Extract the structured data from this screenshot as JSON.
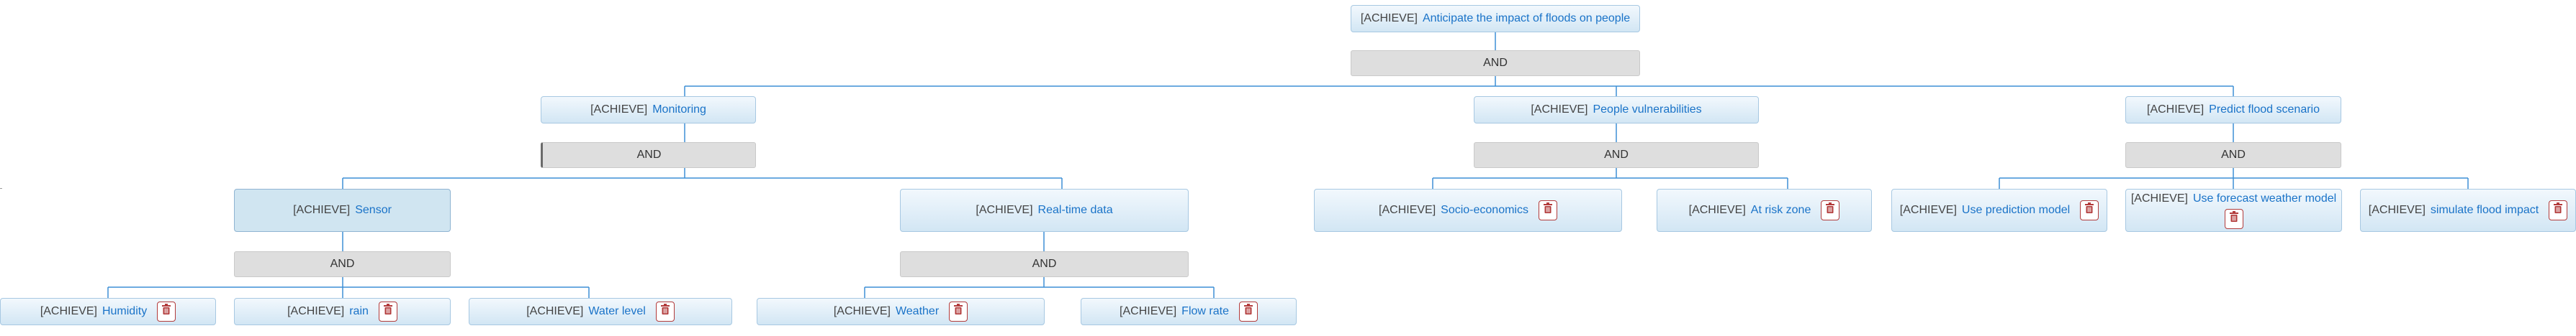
{
  "prefix": "[ACHIEVE]",
  "operator_label": "AND",
  "root": {
    "label": "Anticipate the impact of floods on people"
  },
  "monitoring": {
    "label": "Monitoring"
  },
  "people": {
    "label": "People vulnerabilities"
  },
  "predict": {
    "label": "Predict flood scenario"
  },
  "sensor": {
    "label": "Sensor"
  },
  "realtime": {
    "label": "Real-time data"
  },
  "socio": {
    "label": "Socio-economics"
  },
  "atrisk": {
    "label": "At risk zone"
  },
  "usepred": {
    "label": "Use prediction model"
  },
  "forecast": {
    "label": "Use forecast weather model"
  },
  "simulate": {
    "label": "simulate flood impact"
  },
  "humidity": {
    "label": "Humidity"
  },
  "rain": {
    "label": "rain"
  },
  "water": {
    "label": "Water level"
  },
  "weather": {
    "label": "Weather"
  },
  "flowrate": {
    "label": "Flow rate"
  },
  "colors": {
    "link": "#3d8fd6",
    "node_border": "#a7c8e2",
    "goal_text": "#1a73c8",
    "operator_fill": "#dedede",
    "delete_icon": "#b23b3b"
  },
  "icons": {
    "delete": "trash-icon"
  }
}
